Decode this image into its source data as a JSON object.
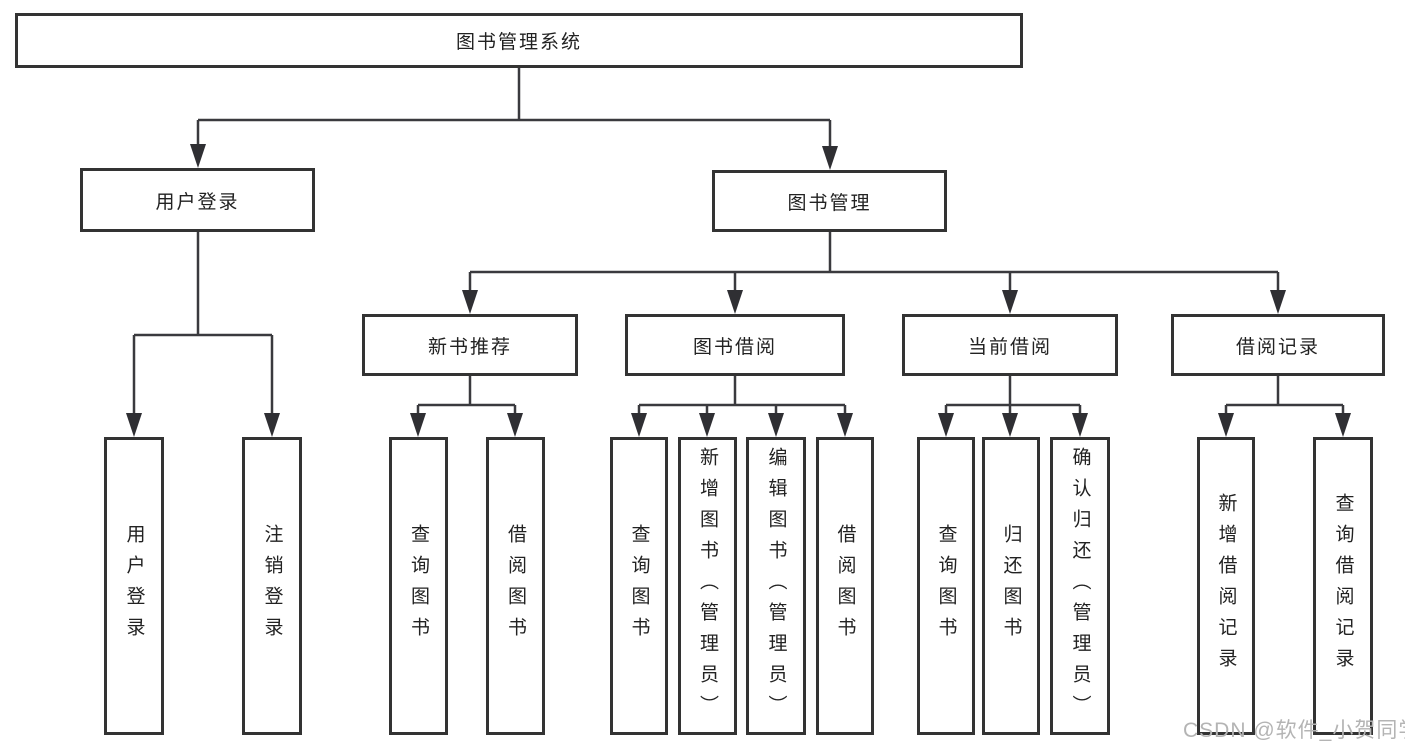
{
  "diagram": {
    "type": "tree",
    "root": {
      "label": "图书管理系统",
      "children": [
        {
          "label": "用户登录",
          "children": [
            {
              "label": "用户登录"
            },
            {
              "label": "注销登录"
            }
          ]
        },
        {
          "label": "图书管理",
          "children": [
            {
              "label": "新书推荐",
              "children": [
                {
                  "label": "查询图书"
                },
                {
                  "label": "借阅图书"
                }
              ]
            },
            {
              "label": "图书借阅",
              "children": [
                {
                  "label": "查询图书"
                },
                {
                  "label": "新增图书（管理员）"
                },
                {
                  "label": "编辑图书（管理员）"
                },
                {
                  "label": "借阅图书"
                }
              ]
            },
            {
              "label": "当前借阅",
              "children": [
                {
                  "label": "查询图书"
                },
                {
                  "label": "归还图书"
                },
                {
                  "label": "确认归还（管理员）"
                }
              ]
            },
            {
              "label": "借阅记录",
              "children": [
                {
                  "label": "新增借阅记录"
                },
                {
                  "label": "查询借阅记录"
                }
              ]
            }
          ]
        }
      ]
    }
  },
  "watermark": "CSDN @软件_小贺同学",
  "colors": {
    "line": "#3a3a3e",
    "box_border": "#333333",
    "box_background": "#ffffff",
    "text": "#222222",
    "watermark": "#b4b4b4"
  }
}
